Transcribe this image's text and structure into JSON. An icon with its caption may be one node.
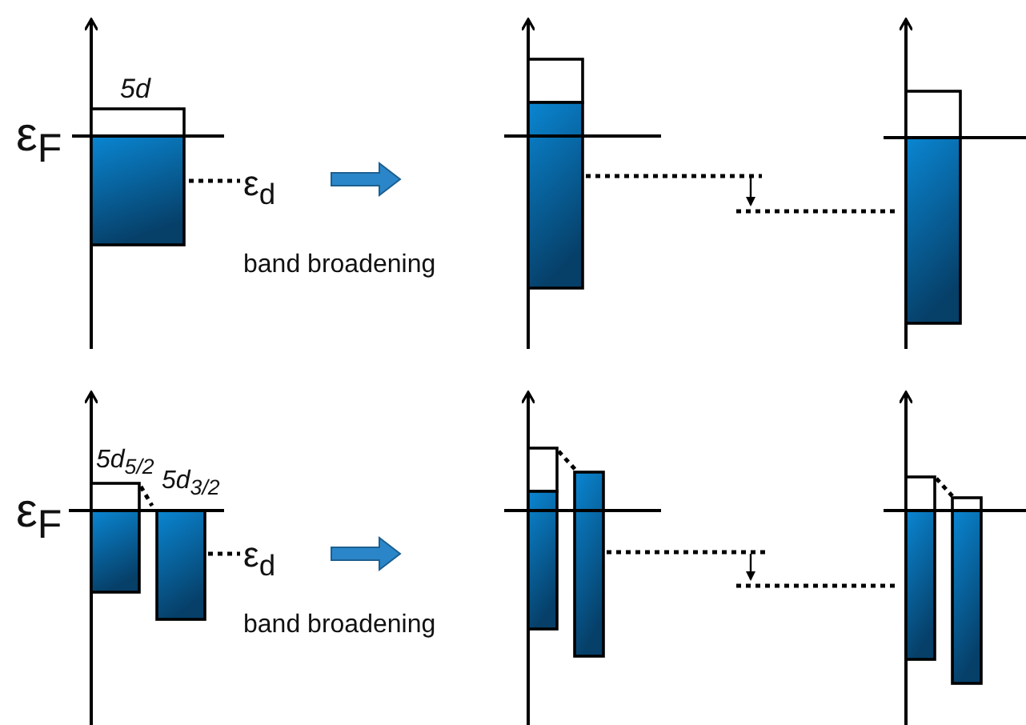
{
  "diagram": {
    "labels": [
      "5d",
      "ε$_{F}$",
      "ε$_{d}$",
      "band broadening",
      "5d$_{5/2}$",
      "5d$_{3/2}$",
      "ε$_{F}$",
      "ε$_{d}$",
      "band broadening"
    ]
  }
}
